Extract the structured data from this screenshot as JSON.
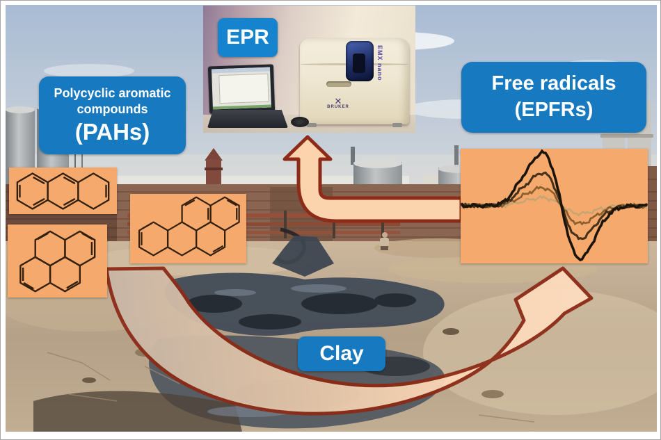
{
  "figure": {
    "epr_label": "EPR",
    "pah_box": {
      "line1": "Polycyclic aromatic",
      "line2": "compounds",
      "line3": "(PAHs)"
    },
    "free_radicals_box": {
      "line1": "Free radicals",
      "line2": "(EPFRs)"
    },
    "clay_label": "Clay",
    "instrument": {
      "badge": "EMX nano",
      "logo_text": "BRUKER",
      "logo_mark": "✕"
    },
    "molecules": [
      {
        "name": "anthracene"
      },
      {
        "name": "benzo[a]pyrene"
      },
      {
        "name": "pyrene"
      }
    ],
    "colors": {
      "label_blue": "#1779c0",
      "epr_label_blue": "#1583ce",
      "panel_orange": "#f5a96c",
      "arrow_fill": "#fbd7b5",
      "arrow_outline": "#8c2b18",
      "molecule_stroke": "#33200e"
    }
  },
  "chart_data": {
    "type": "line",
    "title": "",
    "description": "EPR first-derivative spectra panel: four overlaid traces of decreasing intensity, no axes or labels shown",
    "series": [
      {
        "name": "trace-1-strongest",
        "color": "#1a140b",
        "relative_amplitude": 1.0
      },
      {
        "name": "trace-2",
        "color": "#45301a",
        "relative_amplitude": 0.62
      },
      {
        "name": "trace-3",
        "color": "#8a602f",
        "relative_amplitude": 0.34
      },
      {
        "name": "trace-4-weakest",
        "color": "#c4a573",
        "relative_amplitude": 0.15
      }
    ]
  }
}
